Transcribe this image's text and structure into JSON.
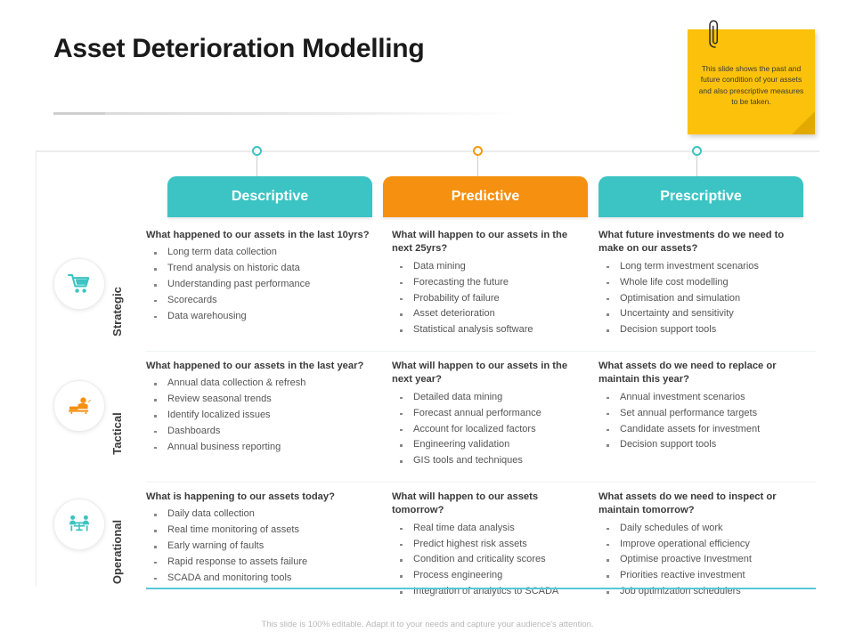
{
  "slide": {
    "title": "Asset Deterioration Modelling",
    "footer": "This slide is 100% editable. Adapt it to your needs and capture your audience's attention."
  },
  "sticky_note": {
    "text": "This slide shows the past and future condition of your assets and also prescriptive measures to be taken.",
    "icon": "paperclip-icon",
    "color": "#fcc10a"
  },
  "colors": {
    "teal": "#3cc4c4",
    "orange": "#f59010",
    "bottom_rule": "#56c8d8",
    "heading_text": "#3b3b3b",
    "body_text": "#555555"
  },
  "columns": [
    {
      "label": "Descriptive",
      "color": "#3cc4c4",
      "dot_color": "#3cc4c4"
    },
    {
      "label": "Predictive",
      "color": "#f59010",
      "dot_color": "#f59a0d"
    },
    {
      "label": "Prescriptive",
      "color": "#3cc4c4",
      "dot_color": "#3cc4c4"
    }
  ],
  "rows": [
    {
      "label": "Strategic",
      "icon": "shopping-cart-icon",
      "icon_color": "#3cc4c4",
      "cells": [
        {
          "question": "What happened to our assets in the last 10yrs?",
          "bullets": [
            "Long term  data collection",
            "Trend analysis  on historic data",
            "Understanding past performance",
            "Scorecards",
            "Data warehousing"
          ]
        },
        {
          "question": "What will happen to our assets in the next 25yrs?",
          "bullets": [
            "Data mining",
            "Forecasting the future",
            "Probability of failure",
            "Asset deterioration",
            "Statistical analysis software"
          ]
        },
        {
          "question": "What future investments do we need to make on our assets?",
          "bullets": [
            "Long term  investment scenarios",
            "Whole life cost modelling",
            "Optimisation and simulation",
            "Uncertainty and sensitivity",
            "Decision support tools"
          ]
        }
      ]
    },
    {
      "label": "Tactical",
      "icon": "person-lounge-icon",
      "icon_color": "#f59010",
      "cells": [
        {
          "question": "What happened to our assets in the last year?",
          "bullets": [
            "Annual data collection & refresh",
            "Review  seasonal trends",
            "Identify localized issues",
            "Dashboards",
            "Annual business reporting"
          ]
        },
        {
          "question": "What will happen to our assets in the next year?",
          "bullets": [
            "Detailed data mining",
            "Forecast annual performance",
            "Account for localized factors",
            "Engineering validation",
            "GIS tools and techniques"
          ]
        },
        {
          "question": "What assets do we need to replace or maintain this year?",
          "bullets": [
            "Annual investment scenarios",
            "Set annual performance targets",
            "Candidate assets for investment",
            "Decision support tools"
          ]
        }
      ]
    },
    {
      "label": "Operational",
      "icon": "people-at-table-icon",
      "icon_color": "#3cc4c4",
      "cells": [
        {
          "question": "What is happening to our assets today?",
          "bullets": [
            "Daily data collection",
            "Real time monitoring of assets",
            "Early warning of faults",
            "Rapid response to assets failure",
            "SCADA  and monitoring tools"
          ]
        },
        {
          "question": "What will happen to our assets tomorrow?",
          "bullets": [
            "Real time data analysis",
            "Predict highest risk assets",
            "Condition and criticality scores",
            "Process engineering",
            "Integration of analytics to SCADA"
          ]
        },
        {
          "question": "What assets do we need to inspect or maintain tomorrow?",
          "bullets": [
            "Daily schedules of work",
            "Improve operational efficiency",
            "Optimise proactive Investment",
            "Priorities reactive investment",
            "Job optimization schedulers"
          ]
        }
      ]
    }
  ]
}
